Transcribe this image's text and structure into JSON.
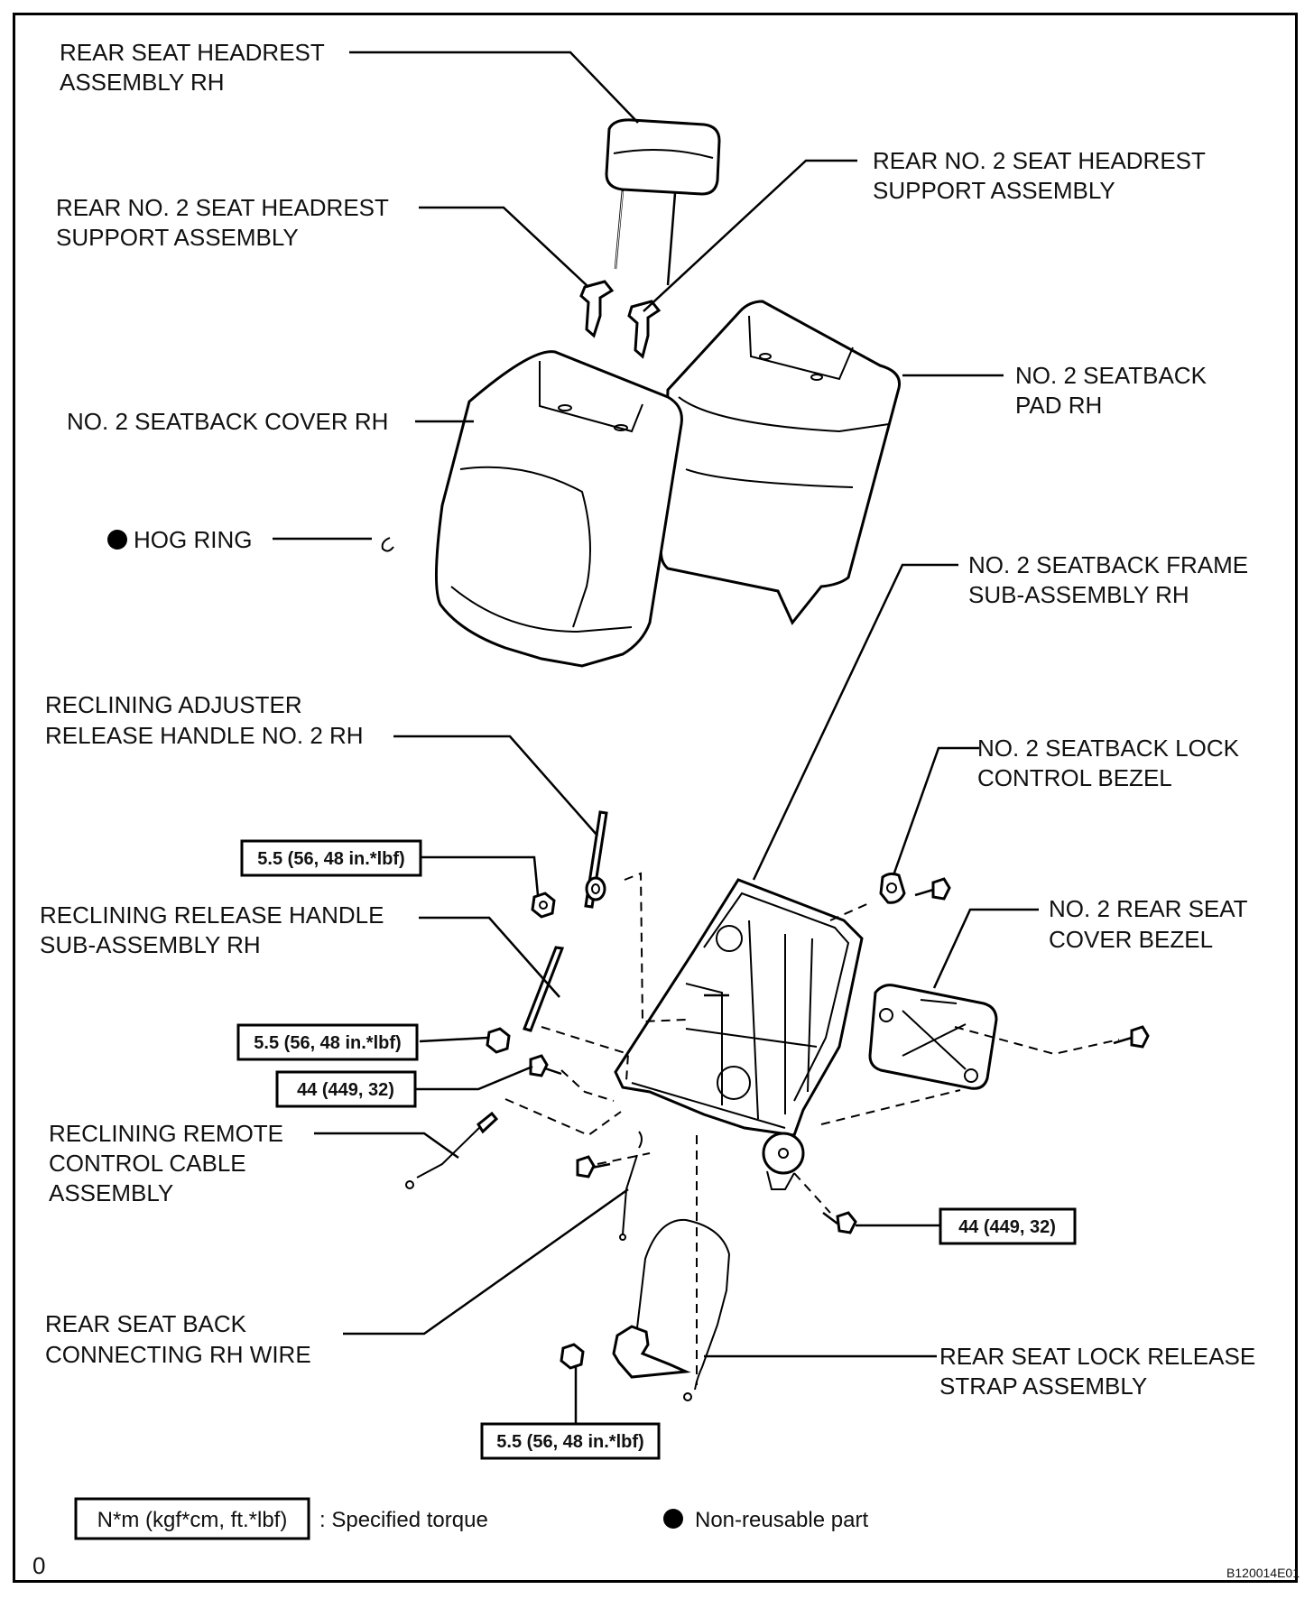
{
  "labels": {
    "headrest": [
      "REAR SEAT HEADREST",
      "ASSEMBLY RH"
    ],
    "headrest_support_left": [
      "REAR NO. 2 SEAT HEADREST",
      "SUPPORT ASSEMBLY"
    ],
    "headrest_support_right": [
      "REAR NO. 2 SEAT HEADREST",
      "SUPPORT ASSEMBLY"
    ],
    "seatback_pad": [
      "NO. 2 SEATBACK",
      "PAD RH"
    ],
    "seatback_cover": [
      "NO. 2 SEATBACK COVER RH"
    ],
    "hog_ring": [
      "HOG RING"
    ],
    "seatback_frame": [
      "NO. 2 SEATBACK FRAME",
      "SUB-ASSEMBLY RH"
    ],
    "reclining_adjuster": [
      "RECLINING ADJUSTER",
      "RELEASE HANDLE NO. 2 RH"
    ],
    "lock_control_bezel": [
      "NO. 2 SEATBACK LOCK",
      "CONTROL BEZEL"
    ],
    "reclining_release_handle": [
      "RECLINING RELEASE HANDLE",
      "SUB-ASSEMBLY RH"
    ],
    "rear_seat_cover_bezel": [
      "NO. 2 REAR SEAT",
      "COVER BEZEL"
    ],
    "remote_cable": [
      "RECLINING REMOTE",
      "CONTROL CABLE",
      "ASSEMBLY"
    ],
    "connecting_wire": [
      "REAR SEAT BACK",
      "CONNECTING RH WIRE"
    ],
    "lock_release_strap": [
      "REAR SEAT LOCK RELEASE",
      "STRAP ASSEMBLY"
    ]
  },
  "torques": {
    "t1": "5.5 (56, 48 in.*lbf)",
    "t2": "5.5 (56, 48 in.*lbf)",
    "t3": "44 (449, 32)",
    "t4": "44 (449, 32)",
    "t5": "5.5 (56, 48 in.*lbf)"
  },
  "legend": {
    "torque_box": "N*m (kgf*cm, ft.*lbf)",
    "torque_text": ": Specified torque",
    "nonreusable_text": "Non-reusable part"
  },
  "corner": {
    "left": "0",
    "code": "B120014E01"
  },
  "icons": [
    "filled-circle-bullet-icon"
  ]
}
